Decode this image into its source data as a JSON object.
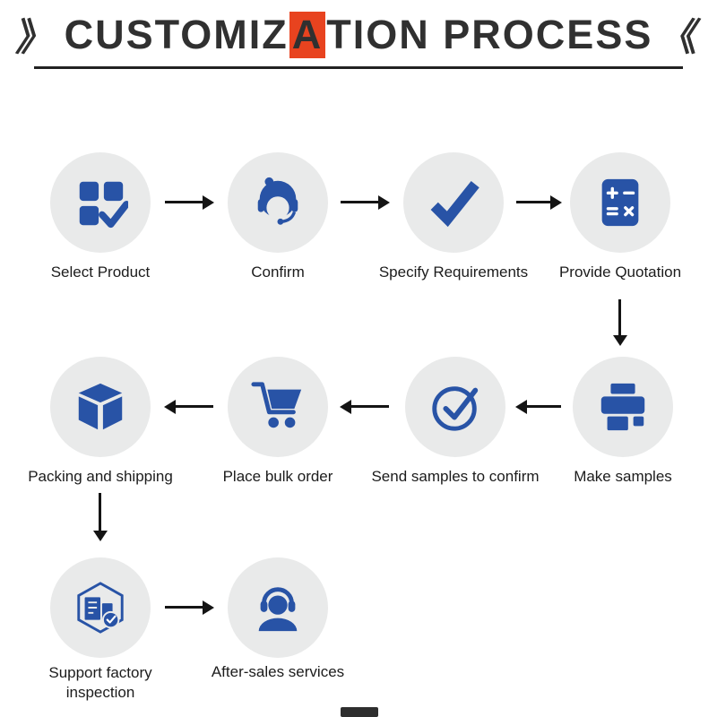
{
  "title": {
    "left_mark": "》",
    "text_pre": "CUSTOMIZ",
    "text_highlight": "A",
    "text_post": "TION PROCESS",
    "right_mark": "《"
  },
  "colors": {
    "accent_blue": "#2853a6",
    "circle_bg": "#e9eaea",
    "highlight_red": "#e8431f",
    "arrow_black": "#141414"
  },
  "steps": [
    {
      "label": "Select Product",
      "icon": "product-grid-check-icon"
    },
    {
      "label": "Confirm",
      "icon": "customer-service-icon"
    },
    {
      "label": "Specify Requirements",
      "icon": "checkmark-icon"
    },
    {
      "label": "Provide Quotation",
      "icon": "calculator-icon"
    },
    {
      "label": "Make samples",
      "icon": "printer-icon"
    },
    {
      "label": "Send samples to confirm",
      "icon": "circle-check-icon"
    },
    {
      "label": "Place bulk order",
      "icon": "shopping-cart-icon"
    },
    {
      "label": "Packing and shipping",
      "icon": "package-box-icon"
    },
    {
      "label": "Support factory inspection",
      "icon": "factory-inspection-icon"
    },
    {
      "label": "After-sales services",
      "icon": "headset-person-icon"
    }
  ]
}
